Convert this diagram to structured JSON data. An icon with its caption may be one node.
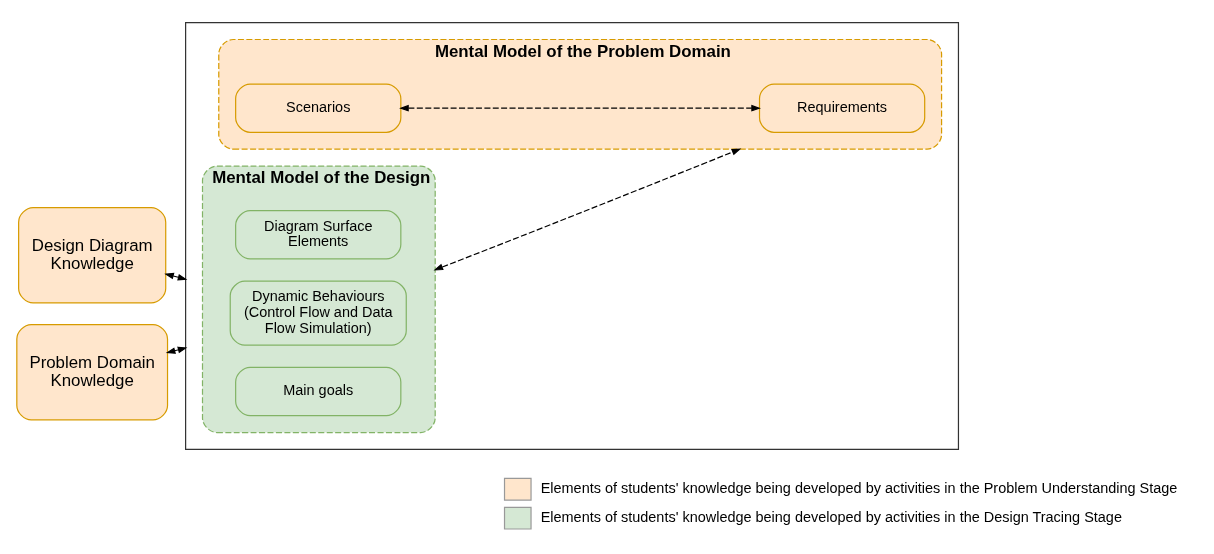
{
  "diagram": {
    "nodes": [
      {
        "text": [
          "Design Diagram Knowledge"
        ]
      },
      {
        "text": [
          "Problem Domain Knowledge"
        ]
      },
      {
        "text": [],
        "shape": "box"
      },
      {
        "text": [
          "Mental Model of the Design"
        ],
        "in": 2
      },
      {
        "text": [
          "Diagram Surface Elements"
        ],
        "in": 3
      },
      {
        "text": [
          "Dynamic Behaviours (Control Flow and Data Flow Simulation)"
        ],
        "in": 3
      },
      {
        "text": [
          "Main goals"
        ],
        "in": 3
      },
      {
        "text": [
          "Mental Model of the Problem Domain"
        ],
        "in": 2
      },
      {
        "text": [
          "Scenarios"
        ],
        "in": 7
      },
      {
        "text": [
          "Requirements"
        ],
        "in": 7
      }
    ],
    "edges": [
      {
        "from": 0,
        "to": 2,
        "arrow": "both"
      },
      {
        "from": 1,
        "to": 2,
        "arrow": "both"
      },
      {
        "from": 3,
        "to": 7,
        "arrow": "both",
        "style": "dashed"
      },
      {
        "from": 8,
        "to": 9,
        "arrow": "both",
        "style": "dashed"
      }
    ],
    "legend": [
      {
        "text": "Elements of students' knowledge being developed by activities in the Problem Understanding Stage",
        "color": "#ffe6cc"
      },
      {
        "text": "Elements of students' knowledge being developed by activities in the Design Tracing Stage",
        "color": "#d5e8d4"
      }
    ]
  }
}
